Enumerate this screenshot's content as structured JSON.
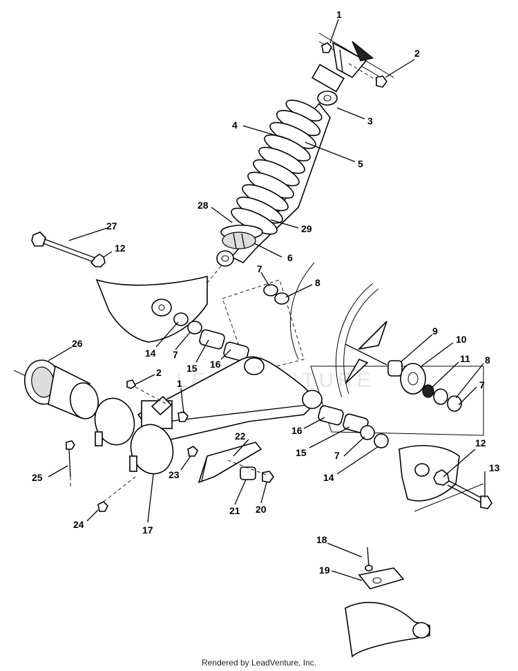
{
  "diagram": {
    "watermark": "LEADVENTURE",
    "footer": "Rendered by LeadVenture, Inc.",
    "callouts": [
      "1",
      "2",
      "3",
      "4",
      "5",
      "28",
      "29",
      "6",
      "27",
      "12",
      "7",
      "8",
      "14",
      "7",
      "15",
      "16",
      "26",
      "2",
      "1",
      "9",
      "10",
      "11",
      "8",
      "7",
      "16",
      "15",
      "7",
      "14",
      "12",
      "13",
      "22",
      "25",
      "23",
      "21",
      "20",
      "24",
      "17",
      "18",
      "19"
    ]
  }
}
